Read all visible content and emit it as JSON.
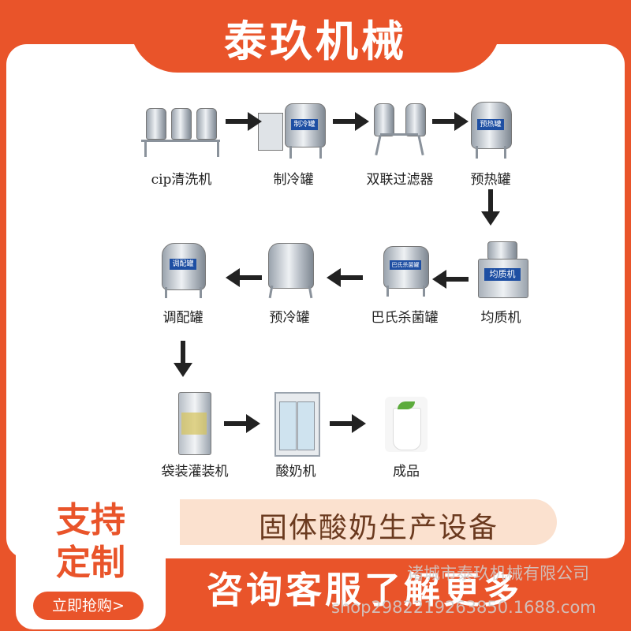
{
  "header": {
    "title": "泰玖机械"
  },
  "flow": {
    "row1": [
      "cip清洗机",
      "制冷罐",
      "双联过滤器",
      "预热罐"
    ],
    "row2": [
      "调配罐",
      "预冷罐",
      "巴氏杀菌罐",
      "均质机"
    ],
    "row3": [
      "袋装灌装机",
      "酸奶机",
      "成品"
    ]
  },
  "tags": {
    "cooling": "制冷罐",
    "preheat": "预热罐",
    "homogenizer": "均质机",
    "mixing": "调配罐",
    "pasteur": "巴氏杀菌罐"
  },
  "subtitle": "固体酸奶生产设备",
  "badge": {
    "line1": "支持",
    "line2": "定制",
    "button": "立即抢购>"
  },
  "footer": {
    "consult": "咨询客服了解更多",
    "watermark_company": "诸城市泰玖机械有限公司",
    "watermark_site": "shop2982219263850.1688.com"
  },
  "colors": {
    "brand": "#e9542a",
    "band": "#fbe1cf",
    "tag": "#1e4fa3"
  }
}
